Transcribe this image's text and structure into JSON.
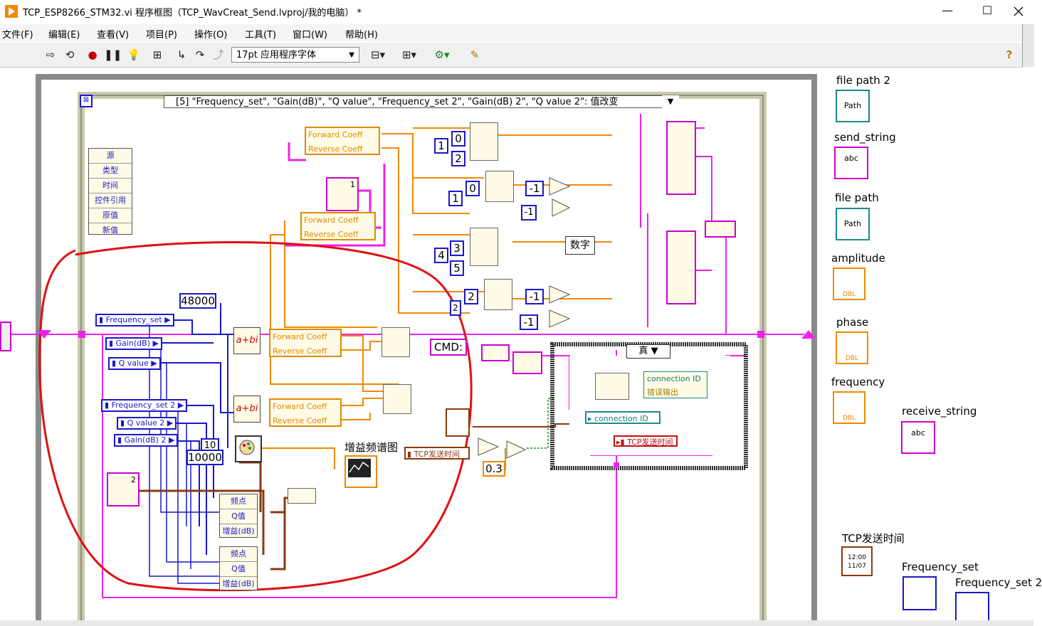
{
  "window": {
    "title": "TCP_ESP8266_STM32.vi 程序框图（TCP_WavCreat_Send.lvproj/我的电脑） *",
    "controls": {
      "minimize": "—",
      "maximize": "☐"
    }
  },
  "menu": [
    "文件(F)",
    "编辑(E)",
    "查看(V)",
    "项目(P)",
    "操作(O)",
    "工具(T)",
    "窗口(W)",
    "帮助(H)"
  ],
  "toolbar": {
    "font_select": "17pt 应用程序字体",
    "help_icon": "?"
  },
  "event_structure": {
    "selector": "[5] \"Frequency_set\", \"Gain(dB)\", \"Q value\", \"Frequency_set 2\", \"Gain(dB) 2\", \"Q value 2\": 值改变",
    "event_data": [
      "源",
      "类型",
      "时间",
      "控件引用",
      "原值",
      "新值"
    ]
  },
  "controls": {
    "frequency_set": "Frequency_set",
    "gain": "Gain(dB)",
    "q_value": "Q value",
    "frequency_set2": "Frequency_set 2",
    "q_value2": "Q value 2",
    "gain2": "Gain(dB) 2"
  },
  "constants": {
    "c48000": "48000",
    "c10": "10",
    "c10000": "10000",
    "c1a": "1",
    "c0a": "0",
    "c2a": "2",
    "c1b": "1",
    "c0b": "0",
    "c4": "4",
    "c3": "3",
    "c5": "5",
    "c2b": "2",
    "c2c": "2",
    "neg1a": "-1",
    "neg1b": "-1",
    "neg1c": "-1",
    "neg1d": "-1",
    "c03": "0.3",
    "cmd": "CMD:",
    "abi": "a+bi",
    "shuzi": "数字"
  },
  "coef": {
    "forward": "Forward Coeff",
    "reverse": "Reverse Coeff"
  },
  "bundle_labels": {
    "freq": "频点",
    "q": "Q值",
    "gain": "增益(dB)"
  },
  "graph_label": "增益频谱图",
  "tcp_time_local": "TCP发送时间",
  "case_structure": {
    "selector": "真",
    "connection_id": "connection ID",
    "error_out": "错误输出"
  },
  "index_ref": {
    "one": "1",
    "two": "2"
  },
  "right_panel": {
    "file_path2": "file path 2",
    "send_string": "send_string",
    "file_path": "file path",
    "amplitude": "amplitude",
    "phase": "phase",
    "frequency": "frequency",
    "receive_string": "receive_string",
    "tcp_time": "TCP发送时间",
    "frequency_set": "Frequency_set",
    "frequency_set2": "Frequency_set 2"
  },
  "icon_text": {
    "path": "Path",
    "abc": "abc",
    "dbl": "DBL",
    "time": "12:00 11/07"
  },
  "colors": {
    "wire_orange": "#f08a00",
    "wire_pink": "#ee22ee",
    "wire_blue": "#1919c8",
    "wire_brown": "#8b3a10",
    "annotation_red": "#e01010"
  }
}
